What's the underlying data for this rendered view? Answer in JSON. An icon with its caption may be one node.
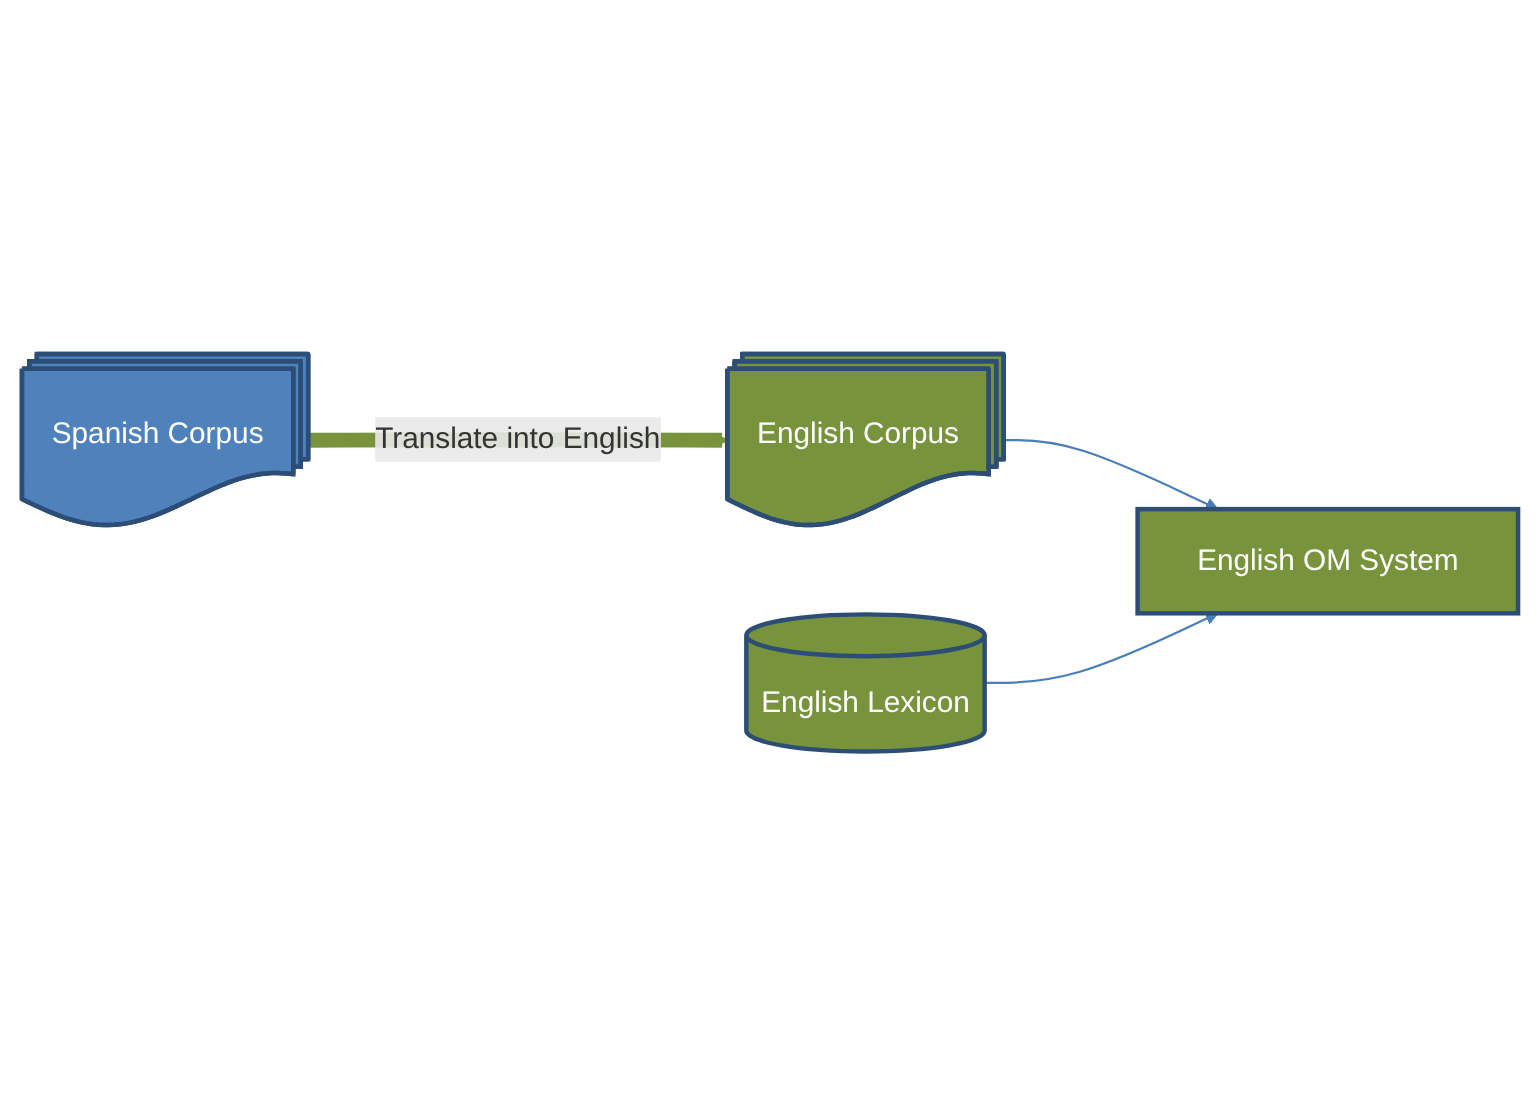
{
  "diagram": {
    "nodes": [
      {
        "text": [
          "Spanish Corpus"
        ]
      },
      {
        "text": [
          "English Corpus"
        ]
      },
      {
        "text": [
          "English Lexicon"
        ]
      },
      {
        "text": [
          "English OM System"
        ]
      }
    ],
    "edges": [
      {
        "from": 0,
        "to": 1,
        "arrow": "to",
        "label": "Translate into English",
        "style": "thick",
        "color": "#77933c"
      },
      {
        "from": 1,
        "to": 3,
        "arrow": "to"
      },
      {
        "from": 2,
        "to": 3,
        "arrow": "to"
      }
    ]
  }
}
